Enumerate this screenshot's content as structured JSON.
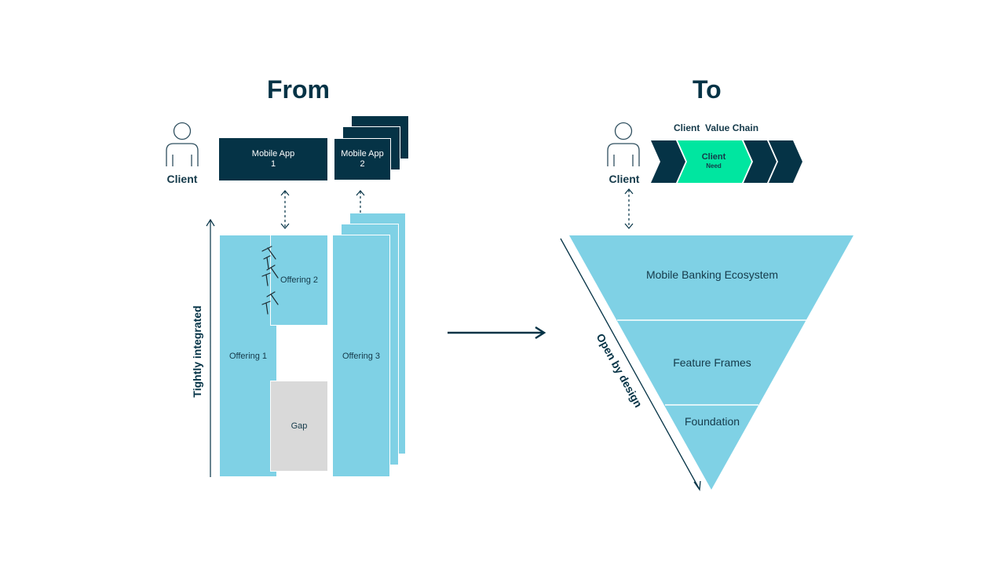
{
  "from_section": {
    "title": "From",
    "client_label": "Client",
    "mobile_app_1": {
      "line1": "Mobile App",
      "line2": "1"
    },
    "mobile_app_2": {
      "line1": "Mobile App",
      "line2": "2"
    },
    "offering_1": "Offering 1",
    "offering_2": "Offering 2",
    "offering_3": "Offering 3",
    "gap": "Gap",
    "axis_label": "Tightly integrated"
  },
  "to_section": {
    "title": "To",
    "client_label": "Client",
    "value_chain_title": "Client  Value Chain",
    "chevron_client": {
      "line1": "Client",
      "line2": "Need"
    },
    "layers": [
      "Mobile Banking Ecosystem",
      "Feature Frames",
      "Foundation"
    ],
    "axis_label": "Open by design"
  },
  "colors": {
    "navy": "#053346",
    "light_blue": "#7fd1e5",
    "gap_grey": "#d9d9d9",
    "accent_green": "#00e6a0"
  }
}
